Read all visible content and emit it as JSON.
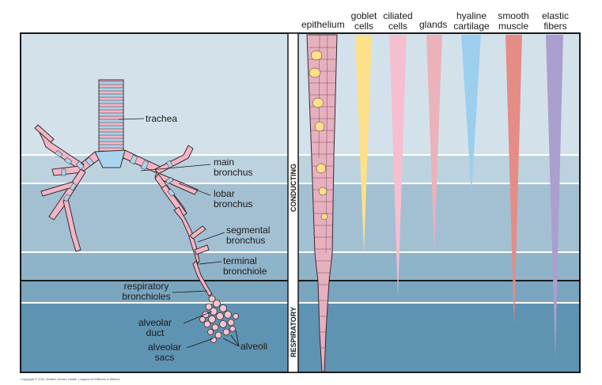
{
  "column_headers": {
    "epithelium": "epithelium",
    "goblet_cells": [
      "goblet",
      "cells"
    ],
    "ciliated_cells": [
      "ciliated",
      "cells"
    ],
    "glands": "glands",
    "hyaline_cartilage": [
      "hyaline",
      "cartilage"
    ],
    "smooth_muscle": [
      "smooth",
      "muscle"
    ],
    "elastic_fibers": [
      "elastic",
      "fibers"
    ]
  },
  "zones": {
    "conducting": "CONDUCTING",
    "respiratory": "RESPIRATORY"
  },
  "airway_labels": {
    "trachea": "trachea",
    "main_bronchus": [
      "main",
      "bronchus"
    ],
    "lobar_bronchus": [
      "lobar",
      "bronchus"
    ],
    "segmental_bronchus": [
      "segmental",
      "bronchus"
    ],
    "terminal_bronchiole": [
      "terminal",
      "bronchiole"
    ],
    "respiratory_bronchioles": [
      "respiratory",
      "bronchioles"
    ],
    "alveolar_duct": [
      "alveolar",
      "duct"
    ],
    "alveolar_sacs": [
      "alveolar",
      "sacs"
    ],
    "alveoli": "alveoli"
  },
  "copyright": "Copyright © 2011 Wolters Kluwer Health | Lippincott Williams & Wilkins",
  "colors": {
    "band_1": "#d3e2ea",
    "band_2": "#bcd2df",
    "band_3": "#a3c0d3",
    "band_4": "#8fb3c9",
    "band_5": "#79a5bf",
    "band_6": "#5f93b2",
    "tissue_pink": "#f2b6c4",
    "cartilage_blue": "#a9d4ee",
    "goblet": "#fde08a",
    "ciliated": "#f6bfd0",
    "glands": "#ebb2ba",
    "hyaline_cartilage": "#9ccfee",
    "smooth_muscle": "#e58c86",
    "elastic_fibers": "#ab9fcf"
  }
}
